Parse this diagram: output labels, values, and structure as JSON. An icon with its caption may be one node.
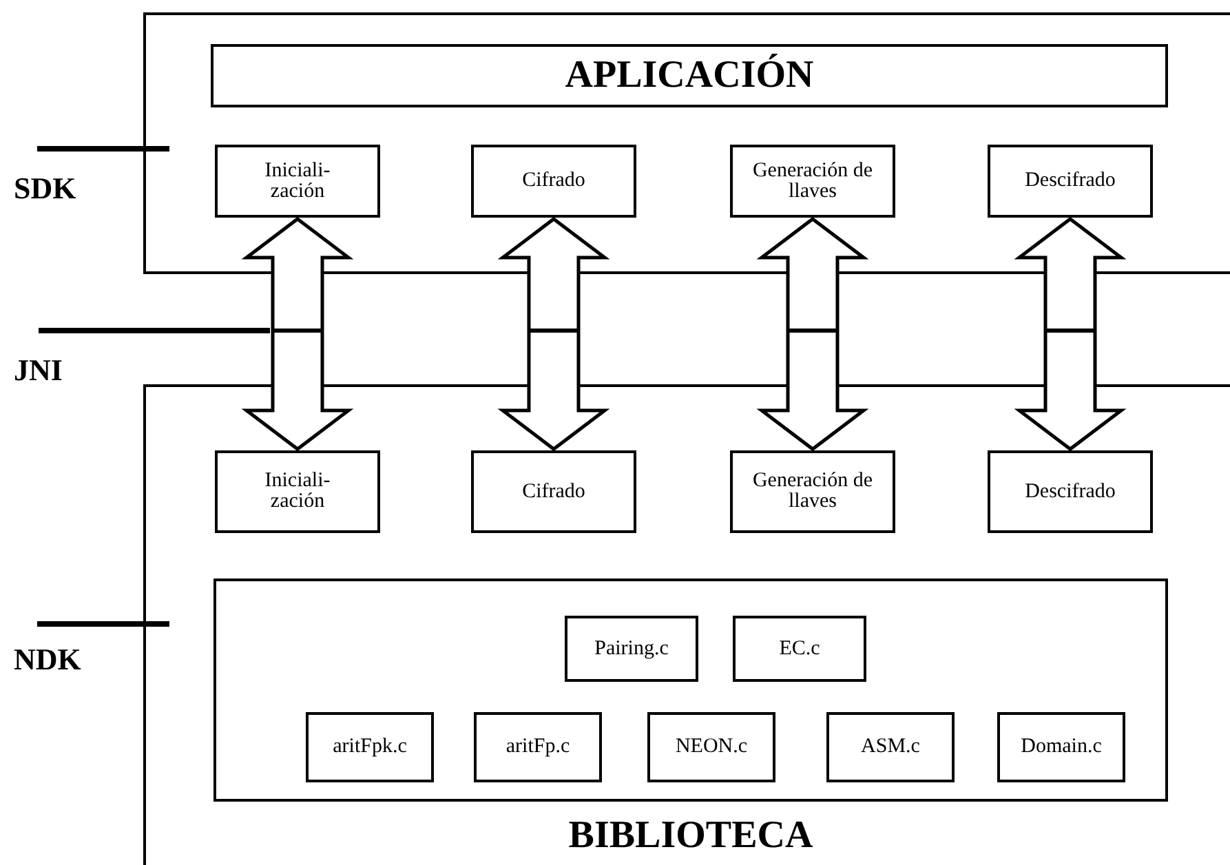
{
  "diagram": {
    "nodes": [
      {
        "text": [
          "APLICACIÓN"
        ]
      },
      {
        "text": [
          "Iniciali- zación"
        ]
      },
      {
        "text": [
          "Cifrado"
        ]
      },
      {
        "text": [
          "Generación de llaves"
        ]
      },
      {
        "text": [
          "Descifrado"
        ]
      },
      {
        "text": [
          "Iniciali- zación"
        ]
      },
      {
        "text": [
          "Cifrado"
        ]
      },
      {
        "text": [
          "Generación de llaves"
        ]
      },
      {
        "text": [
          "Descifrado"
        ]
      },
      {
        "text": [
          "BIBLIOTECA"
        ]
      },
      {
        "text": [
          "Pairing.c"
        ],
        "in": 9
      },
      {
        "text": [
          "EC.c"
        ],
        "in": 9
      },
      {
        "text": [
          "aritFpk.c"
        ],
        "in": 9
      },
      {
        "text": [
          "aritFp.c"
        ],
        "in": 9
      },
      {
        "text": [
          "NEON.c"
        ],
        "in": 9
      },
      {
        "text": [
          "ASM.c"
        ],
        "in": 9
      },
      {
        "text": [
          "Domain.c"
        ],
        "in": 9
      }
    ],
    "edges": [
      {
        "from": 1,
        "to": 5,
        "arrow": "both"
      },
      {
        "from": 2,
        "to": 6,
        "arrow": "both"
      },
      {
        "from": 3,
        "to": 7,
        "arrow": "both"
      },
      {
        "from": 4,
        "to": 8,
        "arrow": "both"
      }
    ],
    "labels": [
      "SDK",
      "JNI",
      "NDK"
    ]
  }
}
